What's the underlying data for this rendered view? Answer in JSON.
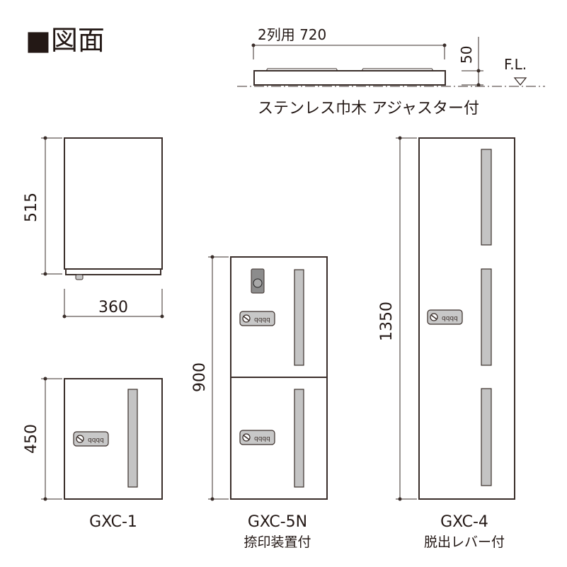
{
  "title": "■図面",
  "colors": {
    "line": "#3a2e2a",
    "slot": "#c4c4c4",
    "text": "#231815"
  },
  "base": {
    "width_label": "2列用 720",
    "height_label": "50",
    "floor_label": "F.L.",
    "caption": "ステンレス巾木 アジャスター付"
  },
  "side_view": {
    "height_label": "515",
    "width_label": "360"
  },
  "models": [
    {
      "name": "GXC-1",
      "height_label": "450",
      "note": ""
    },
    {
      "name": "GXC-5N",
      "height_label": "900",
      "note": "捺印装置付"
    },
    {
      "name": "GXC-4",
      "height_label": "1350",
      "note": "脱出レバー付"
    }
  ]
}
